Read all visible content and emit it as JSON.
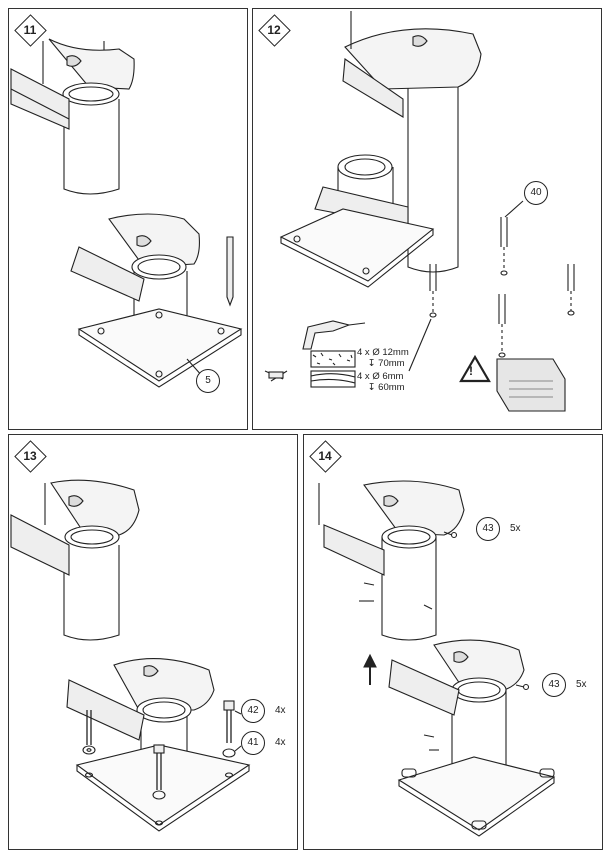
{
  "steps": [
    {
      "number": "11",
      "callouts": [
        {
          "label": "5"
        }
      ]
    },
    {
      "number": "12",
      "callouts": [
        {
          "label": "40"
        }
      ],
      "drill_spec": {
        "line1_qty": "4 x",
        "line1_dia": "Ø",
        "line1_size": "12mm",
        "line1_depth_sym": "↧",
        "line1_depth": "70mm",
        "line2_qty": "4 x",
        "line2_dia": "Ø",
        "line2_size": "6mm",
        "line2_depth_sym": "↧",
        "line2_depth": "60mm"
      }
    },
    {
      "number": "13",
      "callouts": [
        {
          "label": "42",
          "qty": "4x"
        },
        {
          "label": "41",
          "qty": "4x"
        }
      ]
    },
    {
      "number": "14",
      "callouts": [
        {
          "label": "43",
          "qty": "5x"
        },
        {
          "label": "43",
          "qty": "5x"
        }
      ]
    }
  ],
  "icons": [
    "drill-icon",
    "no-hammer-drill-icon",
    "warning-triangle-icon",
    "floor-heating-icon"
  ]
}
